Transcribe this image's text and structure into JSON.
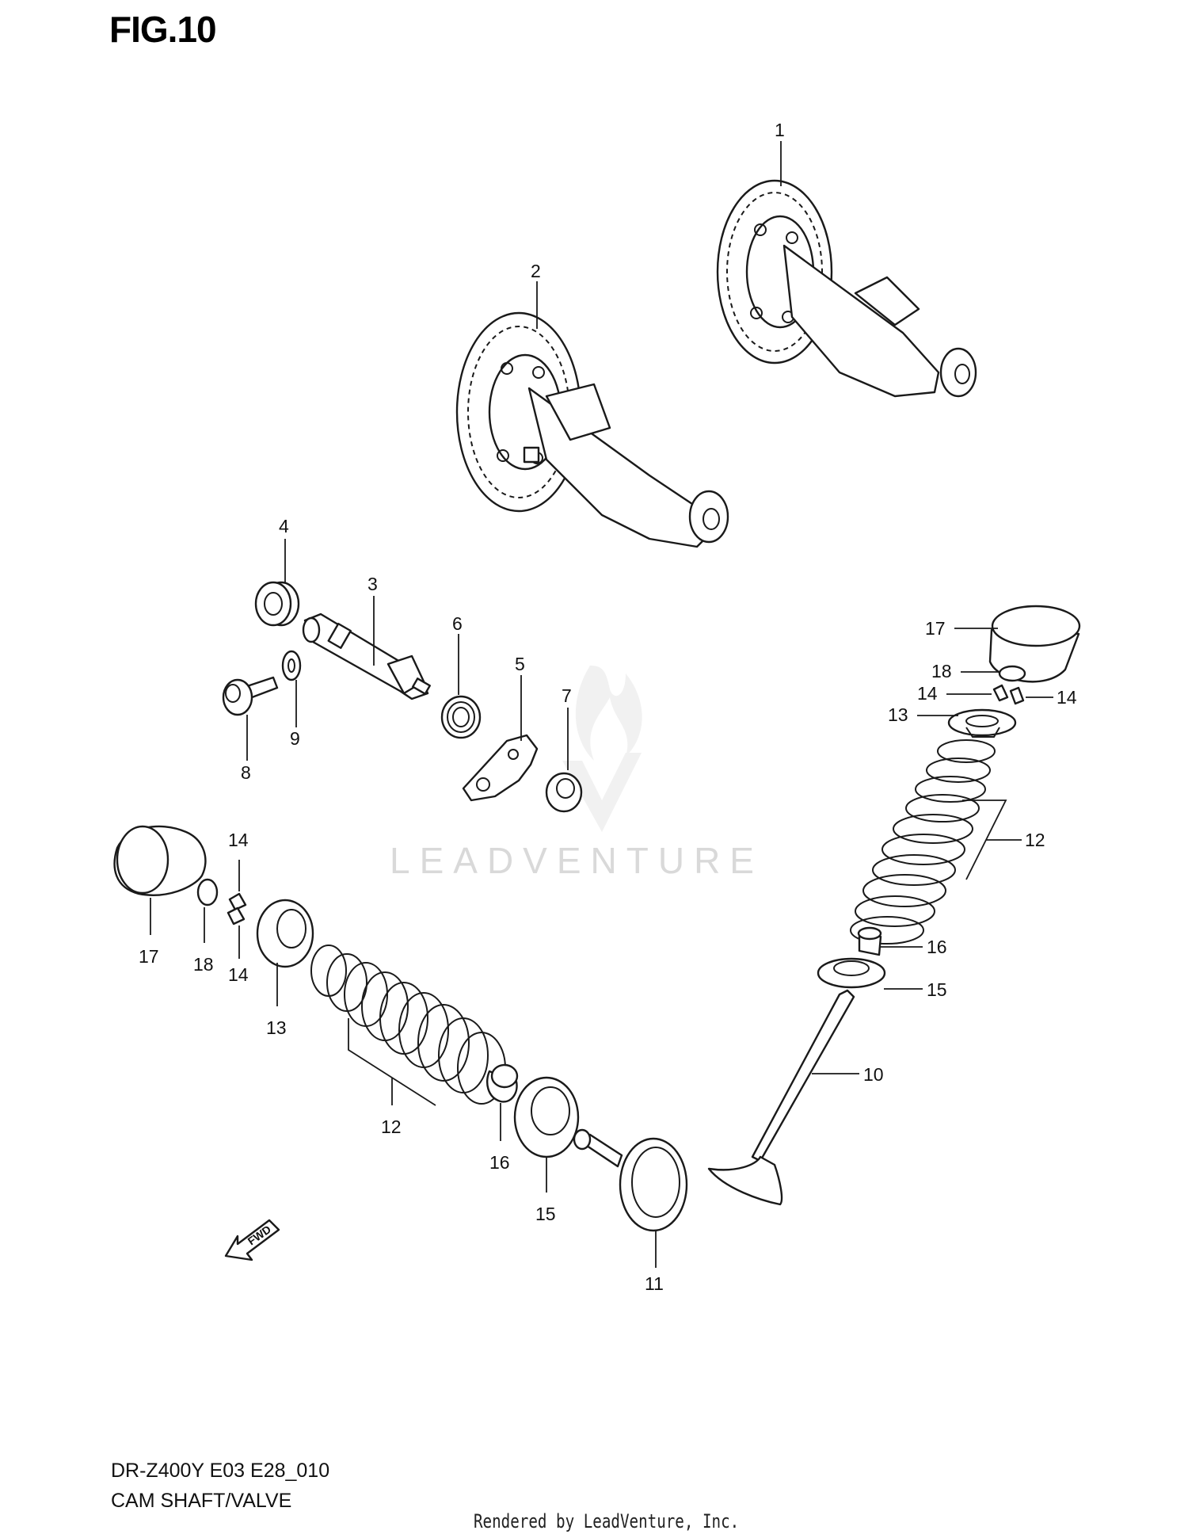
{
  "header": {
    "figure_title": "FIG.10"
  },
  "watermark": {
    "text": "LEADVENTURE"
  },
  "fwd_label": "FWD",
  "callouts": {
    "c1": "1",
    "c2": "2",
    "c3": "3",
    "c4": "4",
    "c5": "5",
    "c6": "6",
    "c7": "7",
    "c8": "8",
    "c9": "9",
    "c10": "10",
    "c11": "11",
    "c12a": "12",
    "c12b": "12",
    "c13a": "13",
    "c13b": "13",
    "c14a": "14",
    "c14b": "14",
    "c14c": "14",
    "c14d": "14",
    "c15a": "15",
    "c15b": "15",
    "c16a": "16",
    "c16b": "16",
    "c17a": "17",
    "c17b": "17",
    "c18a": "18",
    "c18b": "18"
  },
  "footer": {
    "model_code": "DR-Z400Y E03 E28_010",
    "caption": "CAM SHAFT/VALVE",
    "rendered_by": "Rendered by LeadVenture, Inc."
  }
}
